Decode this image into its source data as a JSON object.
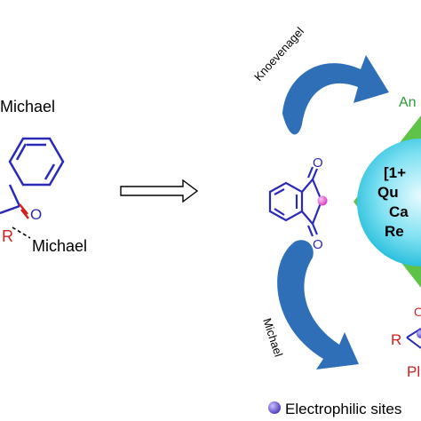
{
  "labels": {
    "michael_top": "Michael",
    "michael_right": "Michael",
    "r_group": "R",
    "knoevenagel": "Knoevenagel",
    "michael_arrow": "Michael",
    "an_partial": "An",
    "center_line1": "[1+",
    "center_line2": "Qu",
    "center_line3": "Ca",
    "center_line4": "Re",
    "o_top": "O",
    "o_bottom": "O",
    "o_left_struct": "O",
    "r_bottom_right": "R",
    "ph_partial": "Pl",
    "o_bottom_right": "O",
    "legend_text": "Electrophilic sites"
  },
  "colors": {
    "blue_struct": "#2a2ab8",
    "red": "#d21f1f",
    "arrow_blue": "#2f6fb8",
    "green": "#2e9a3a",
    "diamond_green": "#5fc34a",
    "cyan": "#27c9e6",
    "magenta": "#e64ad6",
    "legend_purple": "#5a46c8"
  }
}
